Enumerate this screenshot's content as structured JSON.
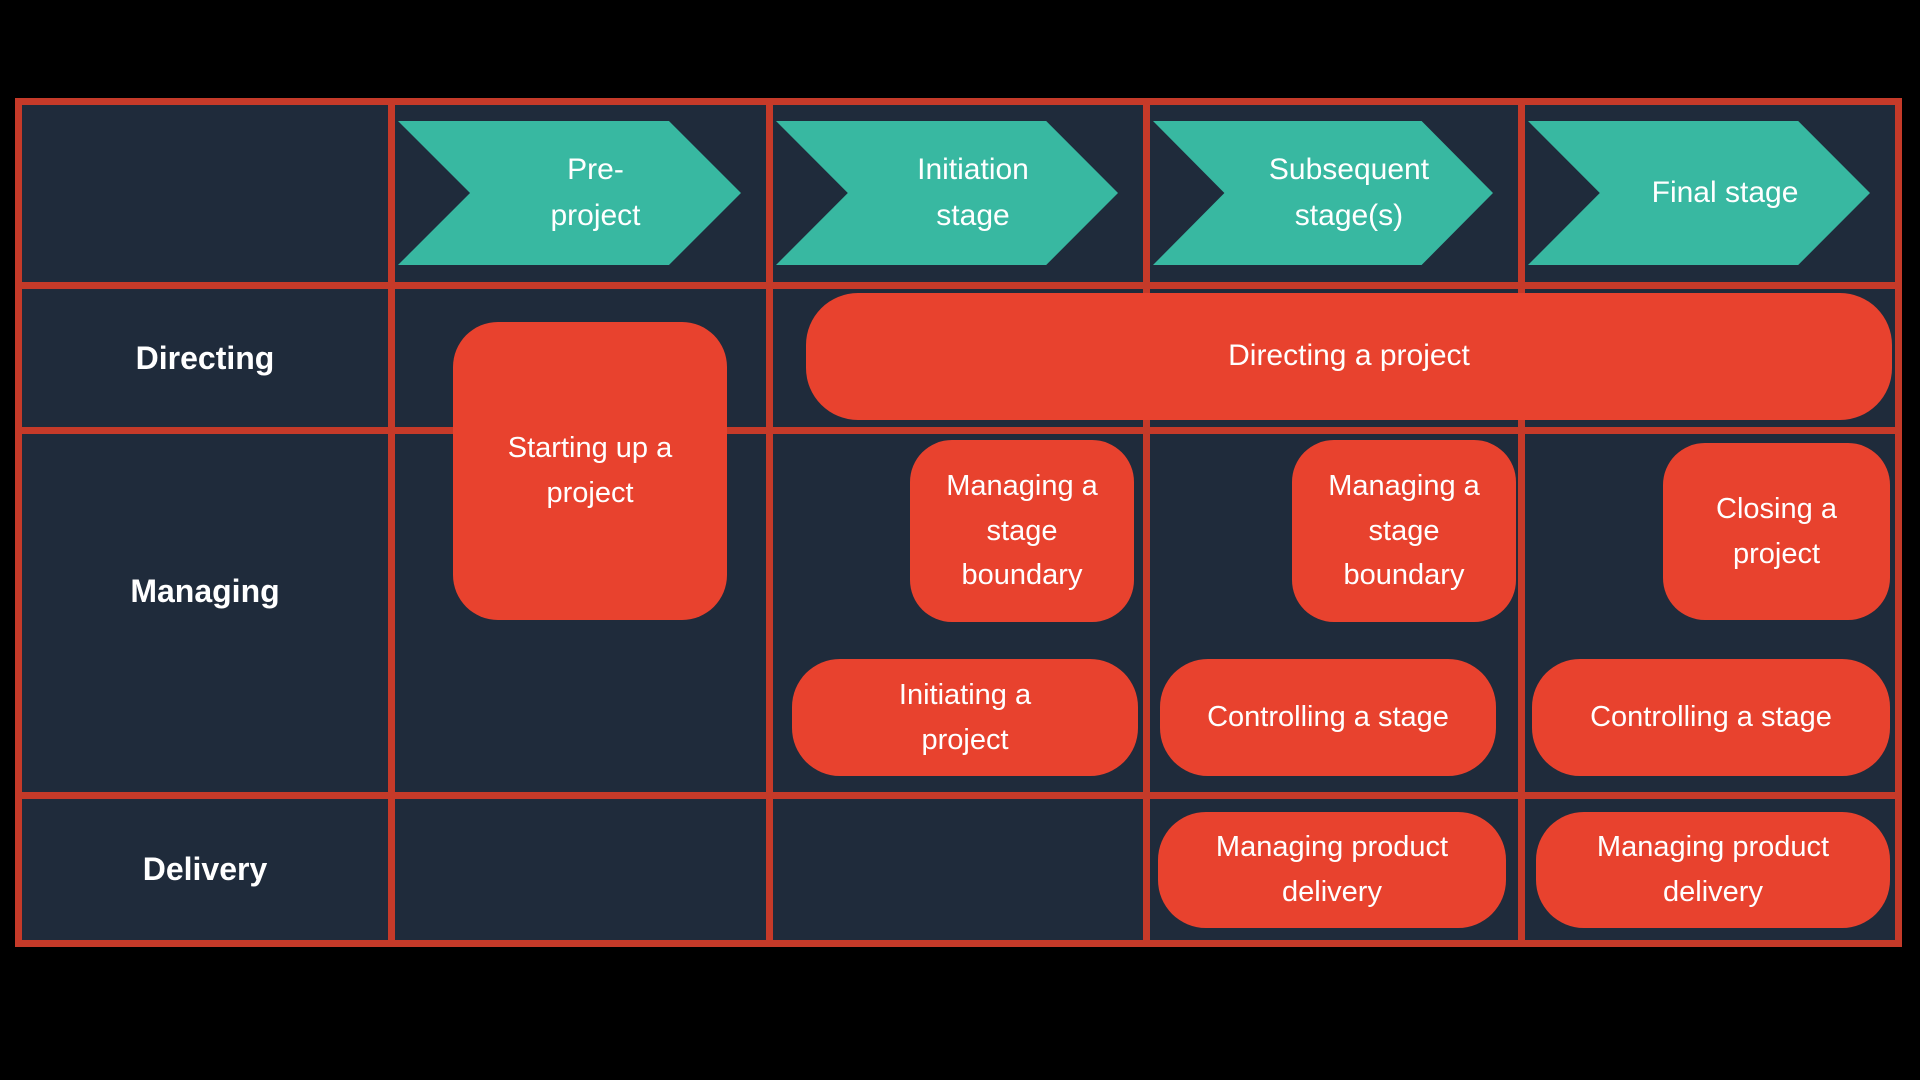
{
  "colors": {
    "page_background": "#000000",
    "cell_background": "#1f2b3b",
    "grid_red": "#c53a29",
    "process_red": "#e8422e",
    "stage_teal": "#38b8a1",
    "text": "#ffffff"
  },
  "table": {
    "header": {
      "stages": [
        {
          "label": "Pre-\nproject"
        },
        {
          "label": "Initiation\nstage"
        },
        {
          "label": "Subsequent\nstage(s)"
        },
        {
          "label": "Final stage"
        }
      ]
    },
    "rows": [
      {
        "label": "Directing"
      },
      {
        "label": "Managing"
      },
      {
        "label": "Delivery"
      }
    ],
    "processes": [
      {
        "id": "starting-up-a-project",
        "label": "Starting up a\nproject"
      },
      {
        "id": "directing-a-project",
        "label": "Directing a project"
      },
      {
        "id": "managing-a-stage-boundary-1",
        "label": "Managing a\nstage\nboundary"
      },
      {
        "id": "managing-a-stage-boundary-2",
        "label": "Managing a\nstage\nboundary"
      },
      {
        "id": "closing-a-project",
        "label": "Closing a\nproject"
      },
      {
        "id": "initiating-a-project",
        "label": "Initiating a\nproject"
      },
      {
        "id": "controlling-a-stage-1",
        "label": "Controlling a stage"
      },
      {
        "id": "controlling-a-stage-2",
        "label": "Controlling a stage"
      },
      {
        "id": "managing-product-delivery-1",
        "label": "Managing product\ndelivery"
      },
      {
        "id": "managing-product-delivery-2",
        "label": "Managing product\ndelivery"
      }
    ]
  }
}
